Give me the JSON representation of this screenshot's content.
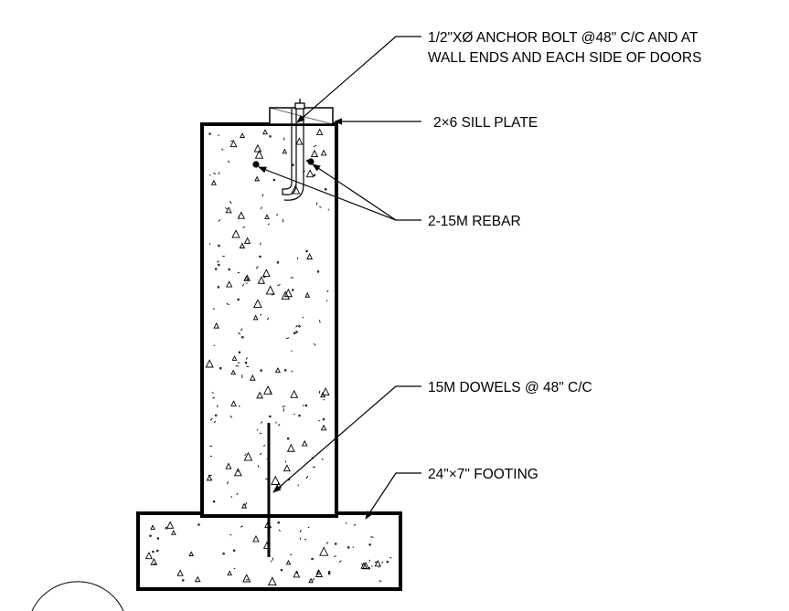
{
  "callouts": {
    "anchor_bolt": {
      "line1": "1/2\"XØ ANCHOR BOLT @48\" C/C AND AT",
      "line2": "WALL ENDS AND EACH SIDE OF DOORS"
    },
    "sill_plate": "2×6 SILL PLATE",
    "rebar": "2-15M REBAR",
    "dowels": "15M DOWELS @ 48\" C/C",
    "footing": "24\"×7\" FOOTING"
  },
  "colors": {
    "line": "#000000",
    "background": "#ffffff"
  }
}
